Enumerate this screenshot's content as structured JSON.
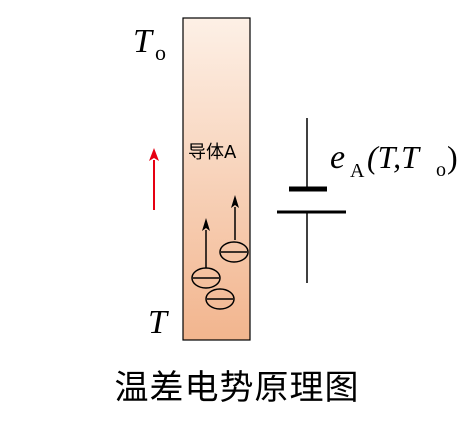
{
  "diagram": {
    "label_top_temperature": {
      "main": "T",
      "sub": "o"
    },
    "label_bottom_temperature": "T",
    "conductor_label": "导体A",
    "emf_label": {
      "main": "e",
      "sub": "A",
      "args_main": "(T,T",
      "args_sub": "o",
      "args_close": ")"
    },
    "caption": "温差电势原理图"
  },
  "colors": {
    "bar_top": "#fdf0e6",
    "bar_bottom": "#f2b58e",
    "bar_border": "#000000",
    "arrow_red": "#e60012",
    "ink": "#000000"
  },
  "icons": {
    "electron": "circle-with-minus",
    "battery": "dc-source-symbol",
    "arrow": "up-arrow"
  }
}
